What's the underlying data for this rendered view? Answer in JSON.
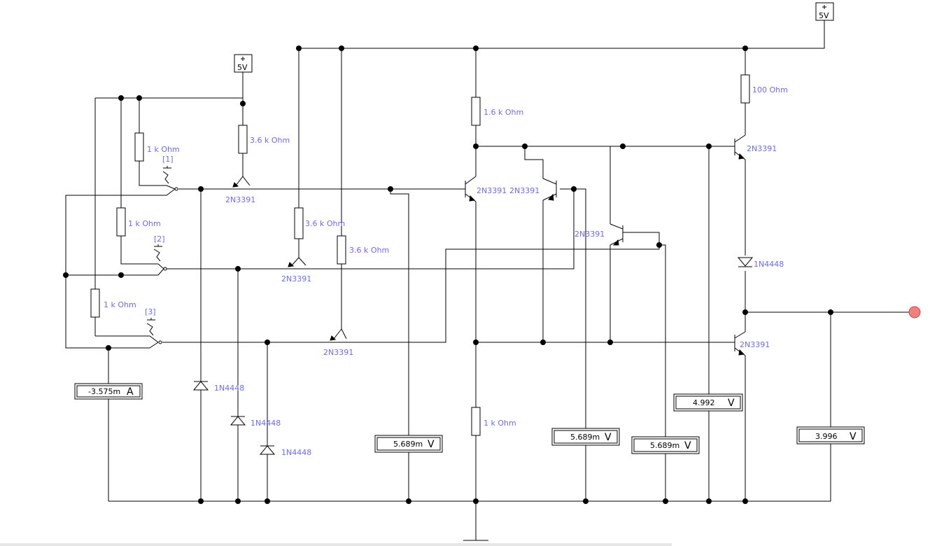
{
  "sources": {
    "vcc_label": "5V"
  },
  "labels": {
    "r_100": "100  Ohm",
    "r_1_6k": "1.6 k Ohm",
    "r_3_6k_a": "3.6 k Ohm",
    "r_3_6k_b": "3.6 k Ohm",
    "r_3_6k_c": "3.6 k Ohm",
    "r_1k_a": "1 k Ohm",
    "r_1k_b": "1 k Ohm",
    "r_1k_c": "1 k Ohm",
    "r_1k_d": "1 k Ohm",
    "sw_1": "[1]",
    "sw_2": "[2]",
    "sw_3": "[3]",
    "q_input_1": "2N3391",
    "q_input_2": "2N3391",
    "q_input_3": "2N3391",
    "q_pair": "2N3391",
    "q_pair_2": "2N3391",
    "q_mid": "2N3391",
    "q_top": "2N3391",
    "q_bottom": "2N3391",
    "d_out": "1N4448",
    "d_a": "1N4448",
    "d_b": "1N4448",
    "d_c": "1N4448"
  },
  "meters": {
    "ammeter": {
      "value": "-3.575m",
      "unit": "A"
    },
    "v1": {
      "value": "5.689m",
      "unit": "V"
    },
    "v2": {
      "value": "5.689m",
      "unit": "V"
    },
    "v3": {
      "value": "5.689m",
      "unit": "V"
    },
    "v4": {
      "value": "4.992",
      "unit": "V"
    },
    "v5": {
      "value": "3.996",
      "unit": "V"
    }
  },
  "colors": {
    "label": "#6a6aff",
    "output_probe": "#f08080",
    "wire": "#000000"
  }
}
